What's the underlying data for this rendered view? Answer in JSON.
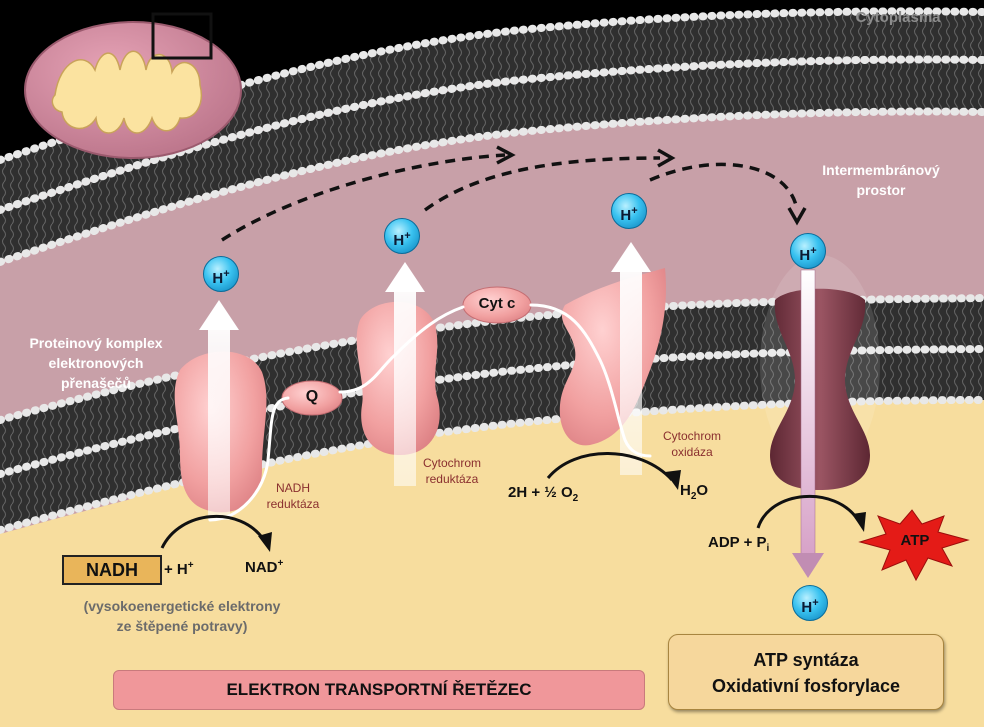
{
  "labels": {
    "cytoplasm": "Cytoplasma",
    "intermembrane": "Intermembránový\nprostor",
    "protein_complex": "Proteinový komplex\nelektronových\npřenašečů",
    "nadh_reductase": "NADH\nreduktáza",
    "cyt_reductase": "Cytochrom\nreduktáza",
    "cyt_oxidase": "Cytochrom\noxidáza",
    "q": "Q",
    "cytc": "Cyt c",
    "nadh": "NADH",
    "plus_h": "+ H",
    "plus_sup": "+",
    "nad": "NAD",
    "nad_sup": "+",
    "high_energy": "(vysokoenergetické elektrony\nze štěpené  potravy)",
    "reaction_left": "2H + ½ O",
    "reaction_sub": "2",
    "water_h": "H",
    "water_sub": "2",
    "water_o": "O",
    "adp": "ADP + P",
    "adp_sub": "i",
    "atp": "ATP",
    "proton": "H",
    "proton_sup": "+",
    "banner": "ELEKTRON TRANSPORTNÍ ŘETĚZEC",
    "synthase_line1": "ATP syntáza",
    "synthase_line2": "Oxidativní fosforylace"
  },
  "colors": {
    "background": "#000000",
    "intermembrane": "#c8a0a8",
    "matrix": "#f7dd9e",
    "protein": "#f1a0a0",
    "synthase": "#7a3a48",
    "proton": "#39c2f0",
    "atp_star": "#e41b17"
  }
}
